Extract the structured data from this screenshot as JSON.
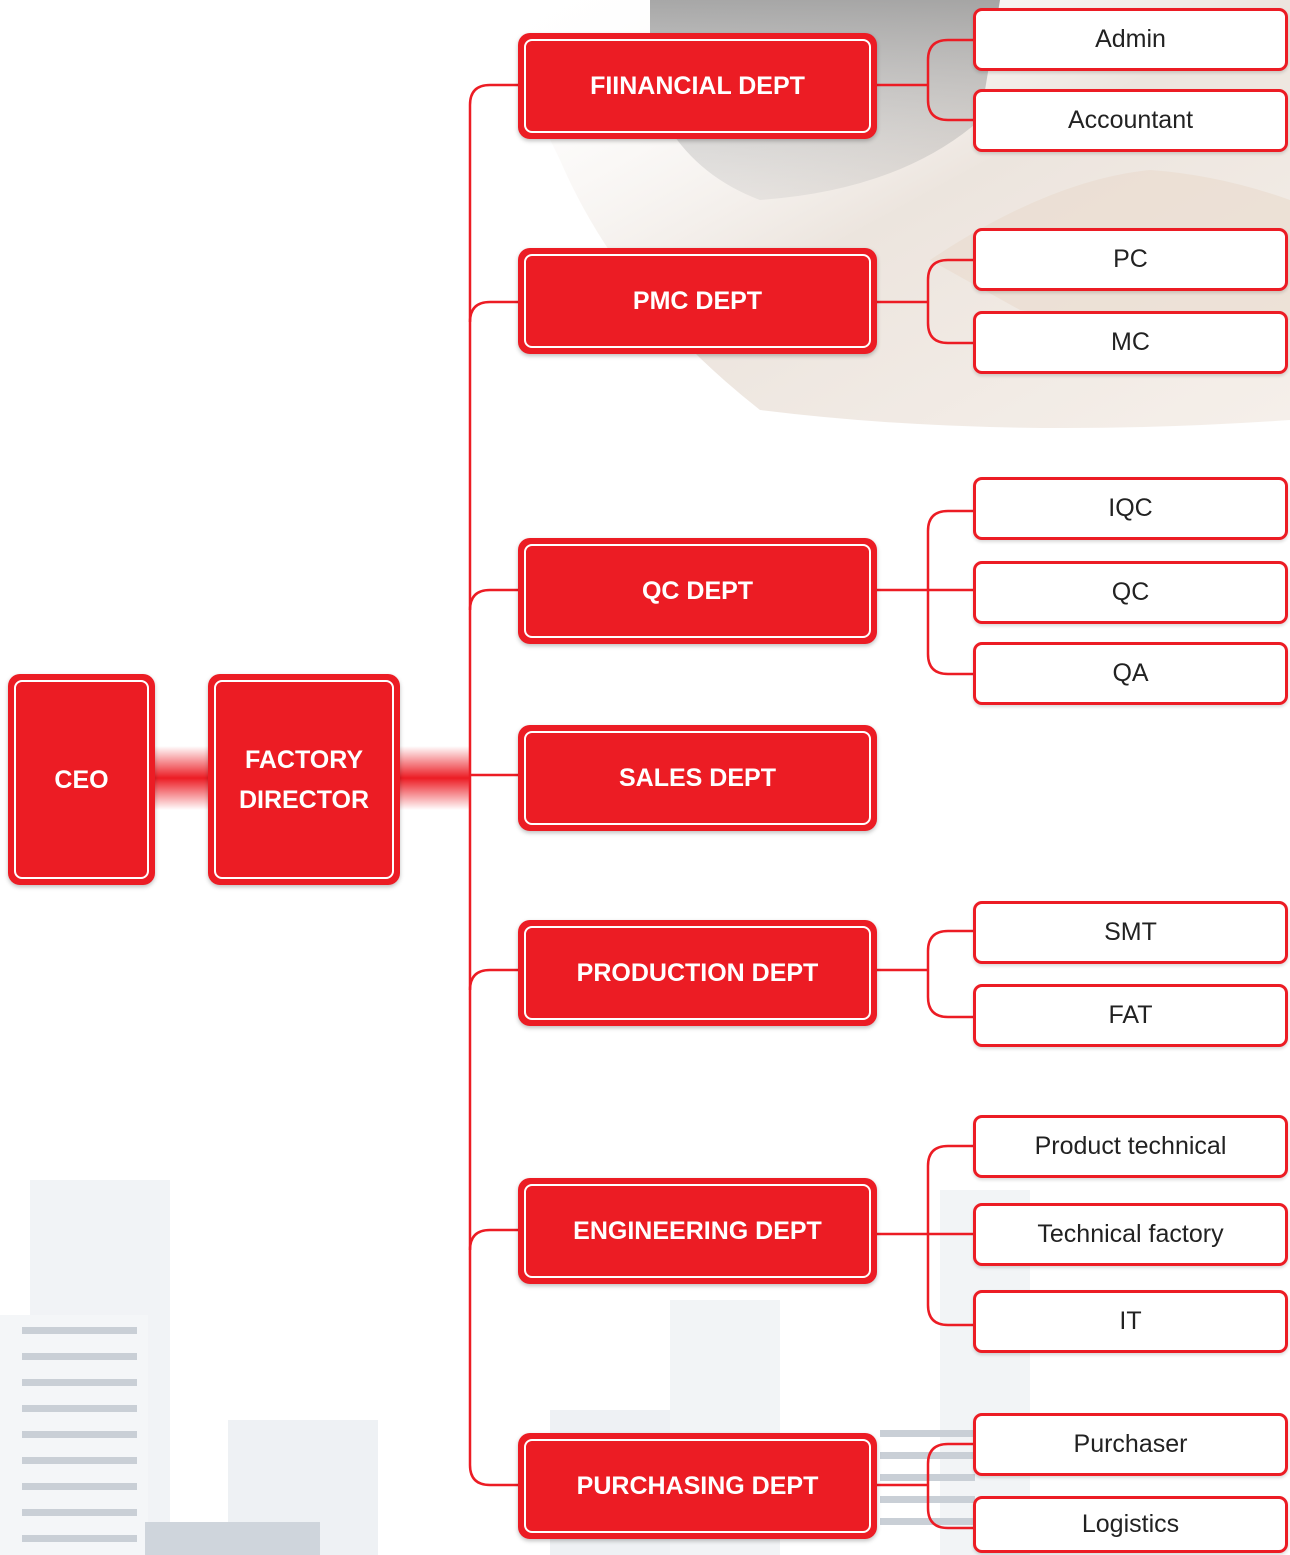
{
  "colors": {
    "accent": "#ec1c24",
    "sub_text": "#222222"
  },
  "nodes": {
    "ceo": "CEO",
    "factory_director": "FACTORY\nDIRECTOR",
    "financial": "FIINANCIAL DEPT",
    "pmc": "PMC DEPT",
    "qc": "QC DEPT",
    "sales": "SALES DEPT",
    "production": "PRODUCTION DEPT",
    "engineering": "ENGINEERING DEPT",
    "purchasing": "PURCHASING DEPT"
  },
  "subunits": {
    "admin": "Admin",
    "accountant": "Accountant",
    "pc": "PC",
    "mc": "MC",
    "iqc": "IQC",
    "qc": "QC",
    "qa": "QA",
    "smt": "SMT",
    "fat": "FAT",
    "product_technical": "Product technical",
    "technical_factory": "Technical factory",
    "it": "IT",
    "purchaser": "Purchaser",
    "logistics": "Logistics"
  }
}
